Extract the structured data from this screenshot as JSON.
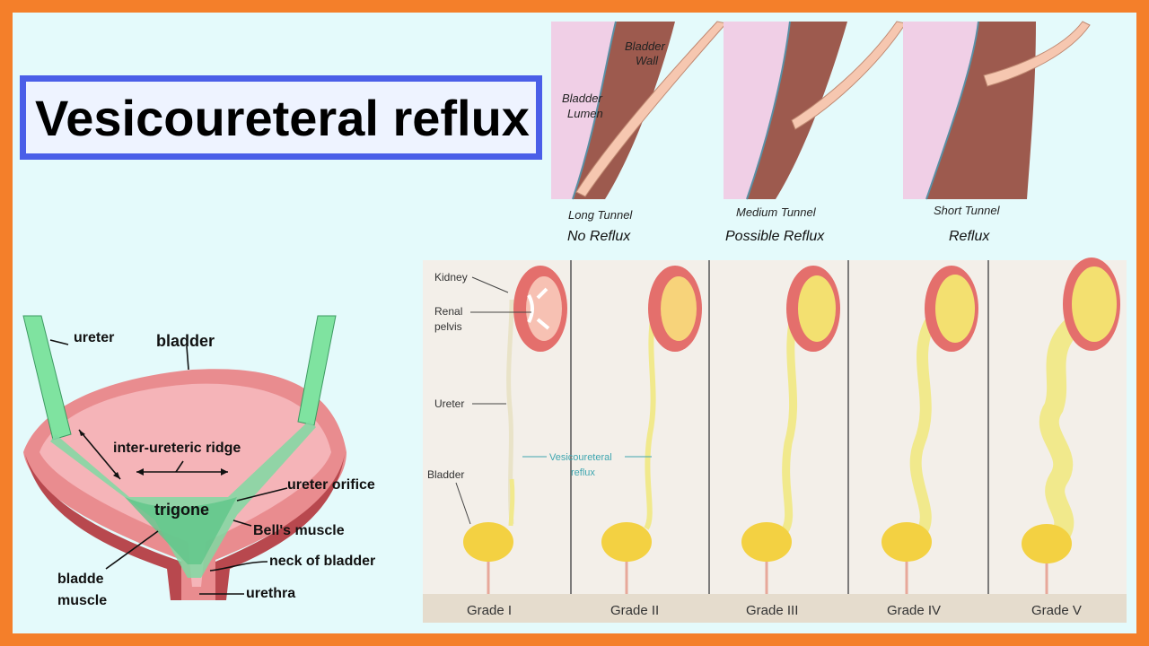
{
  "title": "Vesicoureteral reflux",
  "tunnels": [
    {
      "tunnel": "Long Tunnel",
      "result": "No Reflux"
    },
    {
      "tunnel": "Medium Tunnel",
      "result": "Possible Reflux"
    },
    {
      "tunnel": "Short Tunnel",
      "result": "Reflux"
    }
  ],
  "tunnel_labels": {
    "wall_line1": "Bladder",
    "wall_line2": "Wall",
    "lumen_line1": "Bladder",
    "lumen_line2": "Lumen"
  },
  "anatomy_labels": {
    "ureter": "ureter",
    "bladder": "bladder",
    "ridge": "inter-ureteric ridge",
    "orifice": "ureter orifice",
    "trigone": "trigone",
    "bells": "Bell's muscle",
    "neck": "neck of bladder",
    "muscle_line1": "bladde",
    "muscle_line2": "muscle",
    "urethra": "urethra"
  },
  "grades_panel": {
    "kidney": "Kidney",
    "pelvis_line1": "Renal",
    "pelvis_line2": "pelvis",
    "ureter": "Ureter",
    "bladder": "Bladder",
    "reflux_line1": "Vesicoureteral",
    "reflux_line2": "reflux",
    "grades": [
      "Grade I",
      "Grade II",
      "Grade III",
      "Grade IV",
      "Grade V"
    ]
  },
  "colors": {
    "background_border": "#f47f2a",
    "panel_bg": "#e4fafb",
    "title_border": "#4a5ee8",
    "bladder_wall": "#9d5a4e",
    "ureter_pink": "#f2c2ae",
    "urine_yellow": "#f1e98c",
    "kidney_red": "#e46f6c",
    "green_ureter": "#7fe3a0"
  }
}
